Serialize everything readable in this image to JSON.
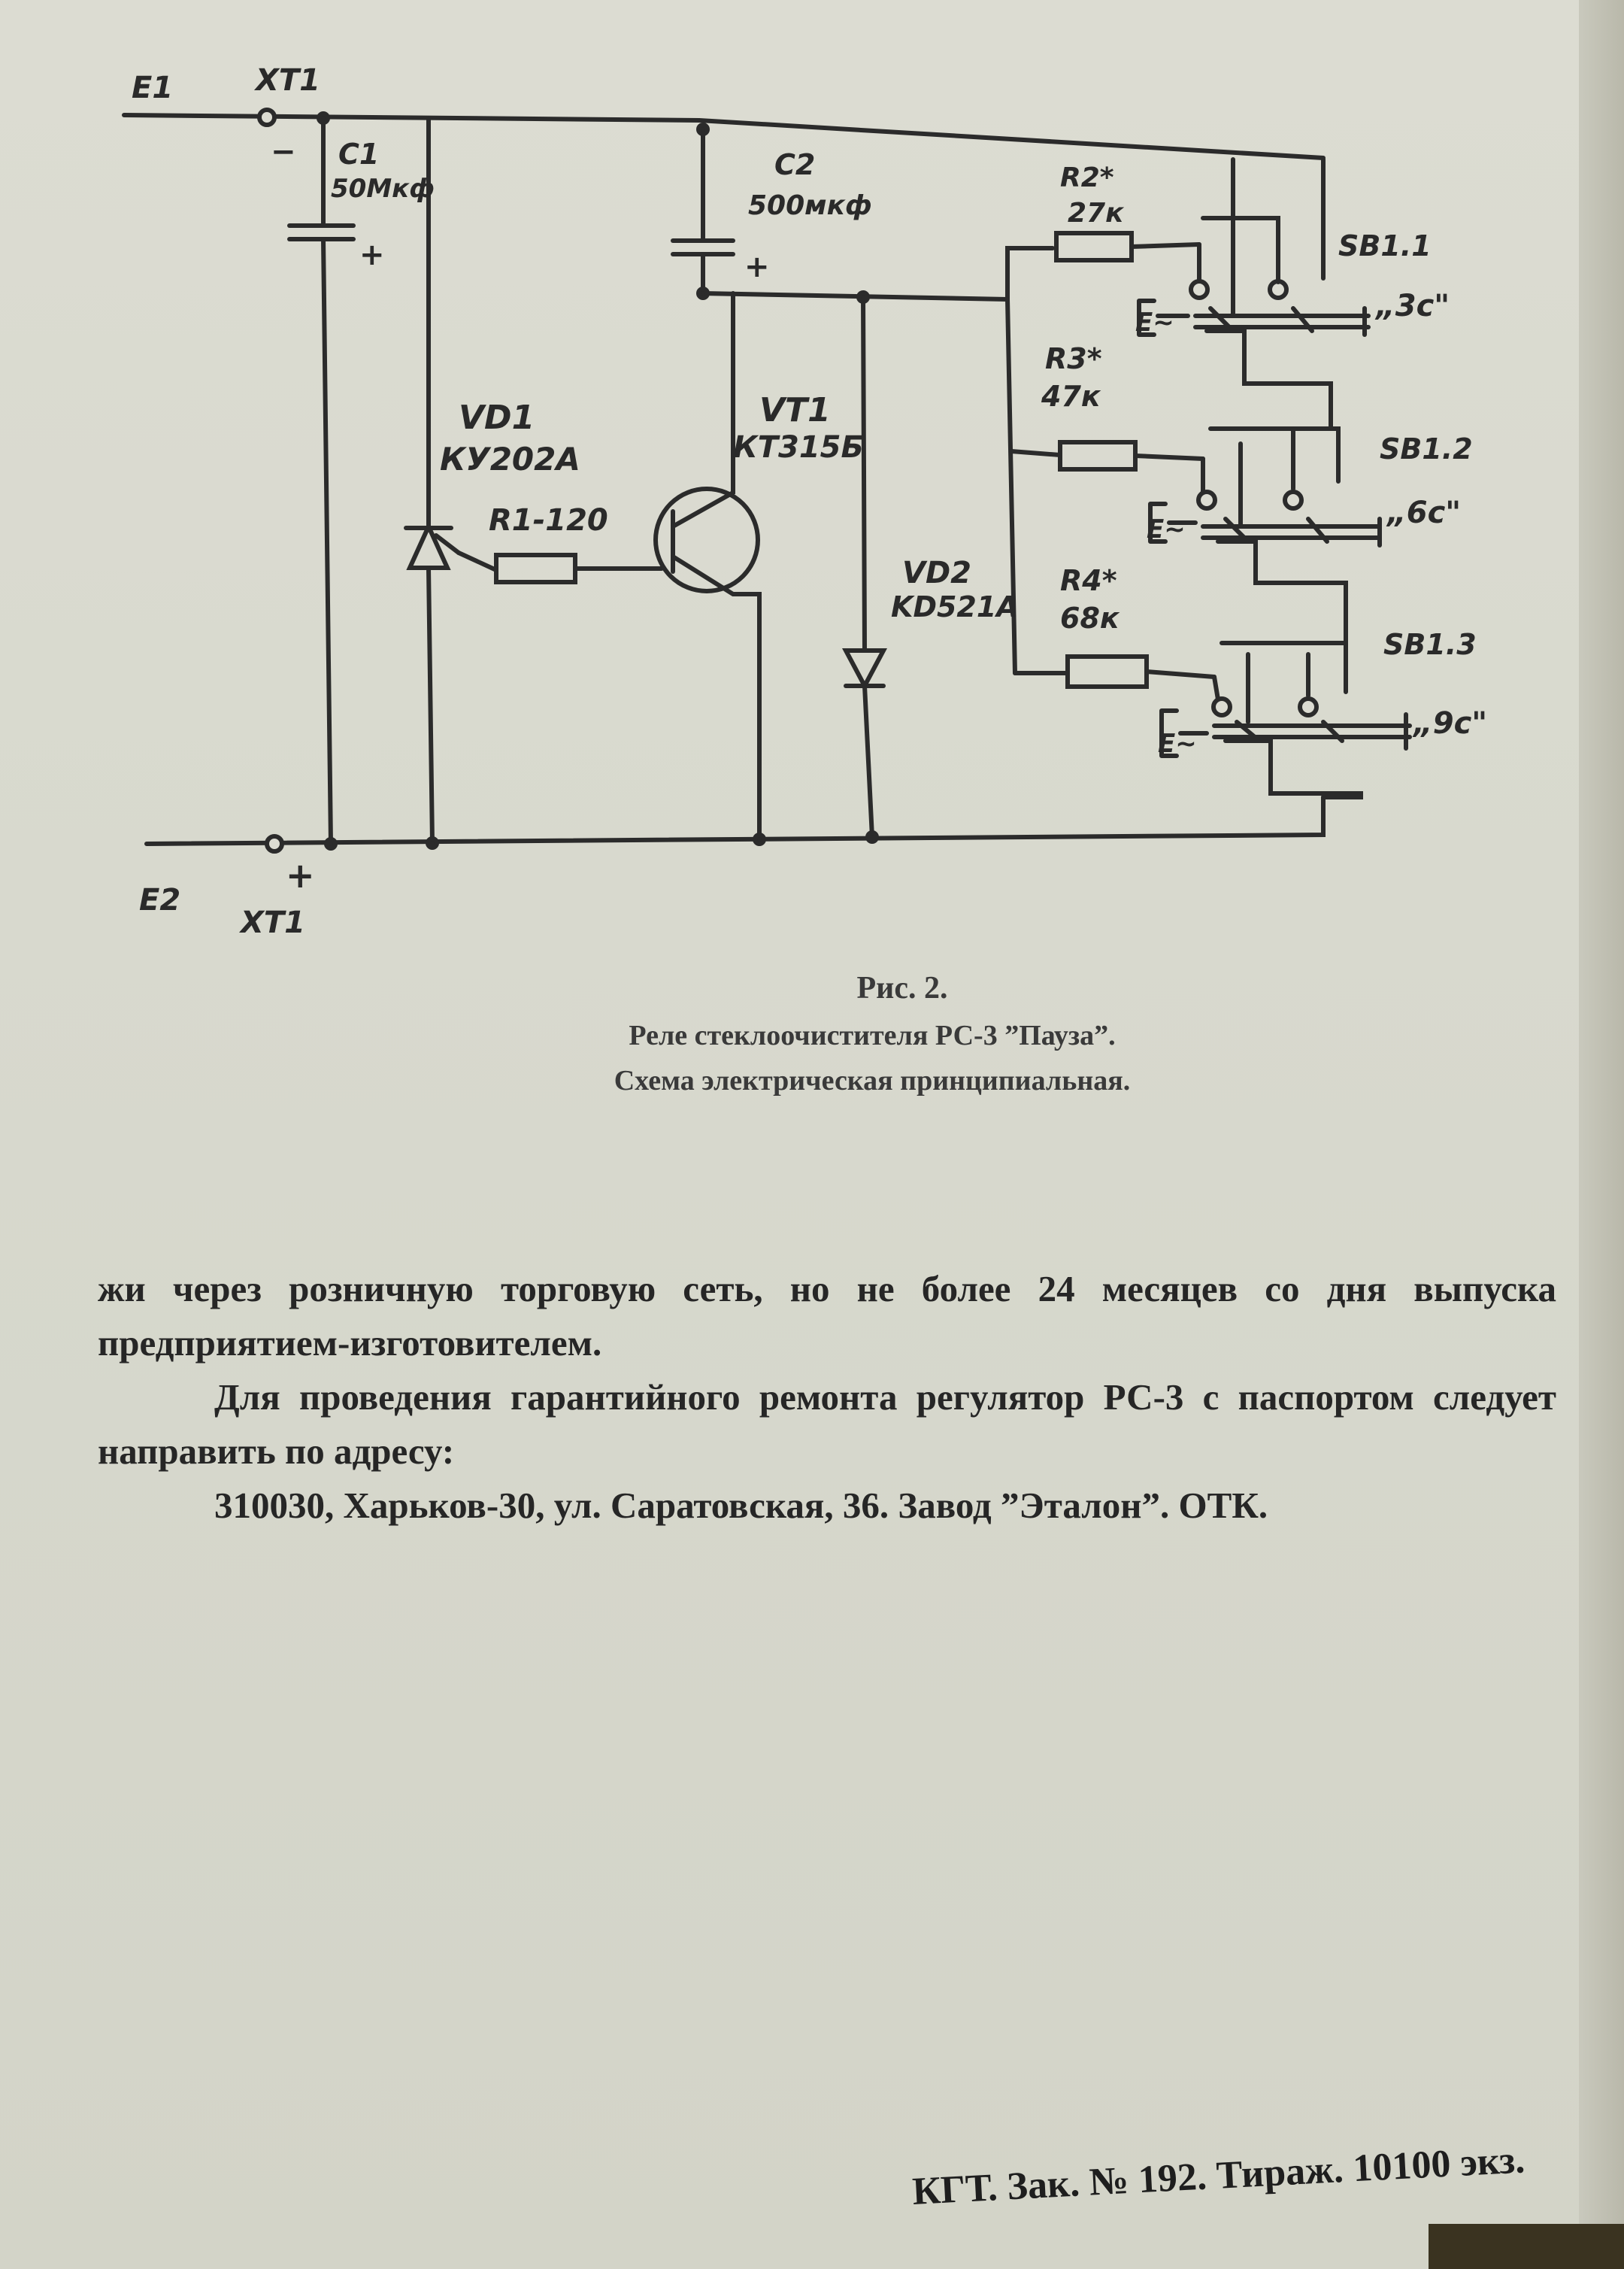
{
  "schematic": {
    "terminal_top_left": "E1",
    "terminal_top_connector": "XT1",
    "terminal_top_polarity": "−",
    "terminal_bottom_left": "E2",
    "terminal_bottom_connector": "XT1",
    "terminal_bottom_polarity": "+",
    "c1": {
      "ref": "C1",
      "value": "50Мкф",
      "polarity": "+"
    },
    "c2": {
      "ref": "C2",
      "value": "500мкф",
      "polarity": "+"
    },
    "vd1": {
      "ref": "VD1",
      "value": "КУ202А"
    },
    "r1": {
      "ref": "R1-120"
    },
    "vt1": {
      "ref": "VT1",
      "value": "КТ315Б"
    },
    "vd2": {
      "ref": "VD2",
      "value": "KD521A"
    },
    "r2": {
      "ref": "R2*",
      "value": "27к"
    },
    "r3": {
      "ref": "R3*",
      "value": "47к"
    },
    "r4": {
      "ref": "R4*",
      "value": "68к"
    },
    "sb1_1": {
      "ref": "SB1.1",
      "time": "„3с\"",
      "actuator": "E~"
    },
    "sb1_2": {
      "ref": "SB1.2",
      "time": "„6с\"",
      "actuator": "E~"
    },
    "sb1_3": {
      "ref": "SB1.3",
      "time": "„9с\"",
      "actuator": "E~"
    }
  },
  "caption": {
    "figure": "Рис. 2.",
    "title": "Реле стеклоочистителя РС-3 ”Пауза”.",
    "subtitle": "Схема электрическая принципиальная."
  },
  "body": {
    "paragraph1": "жи через розничную торговую сеть, но не более 24 месяцев со дня выпуска предприятием-изготовителем.",
    "paragraph2": "Для проведения гарантийного ремонта регулятор РС-3 с паспортом следует направить по адресу:",
    "address": "310030, Харьков-30, ул. Саратовская, 36. Завод ”Эталон”. ОТК."
  },
  "imprint": "КГТ. Зак. № 192. Тираж. 10100 экз."
}
